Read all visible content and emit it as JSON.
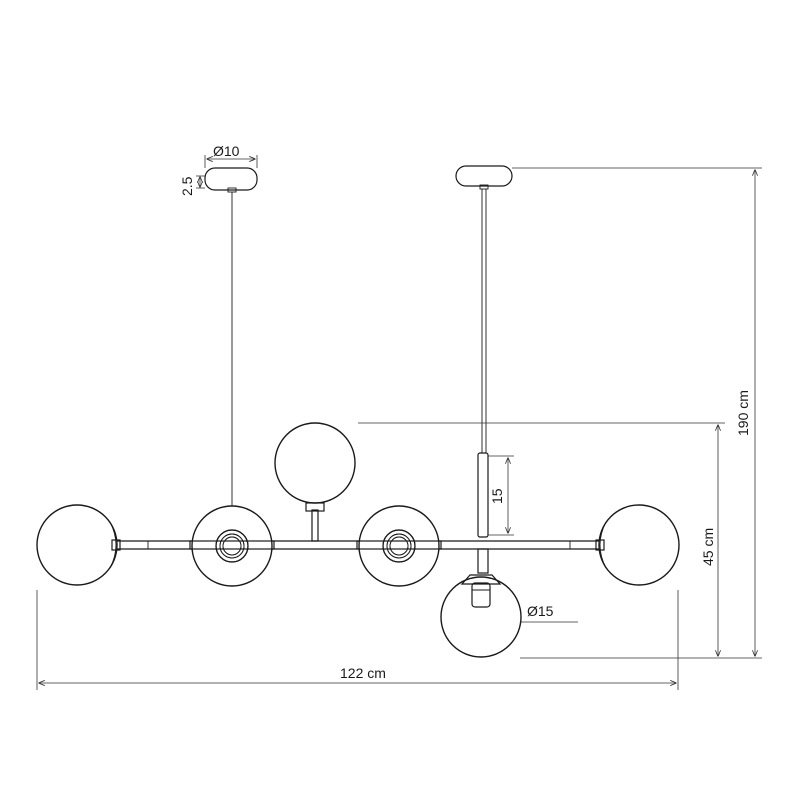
{
  "dimensions": {
    "height_total": "190 cm",
    "height_fixture": "45 cm",
    "width_total": "122 cm",
    "canopy_diameter": "Ø10",
    "canopy_height": "2.5",
    "rod_length": "15",
    "globe_diameter": "Ø15"
  }
}
